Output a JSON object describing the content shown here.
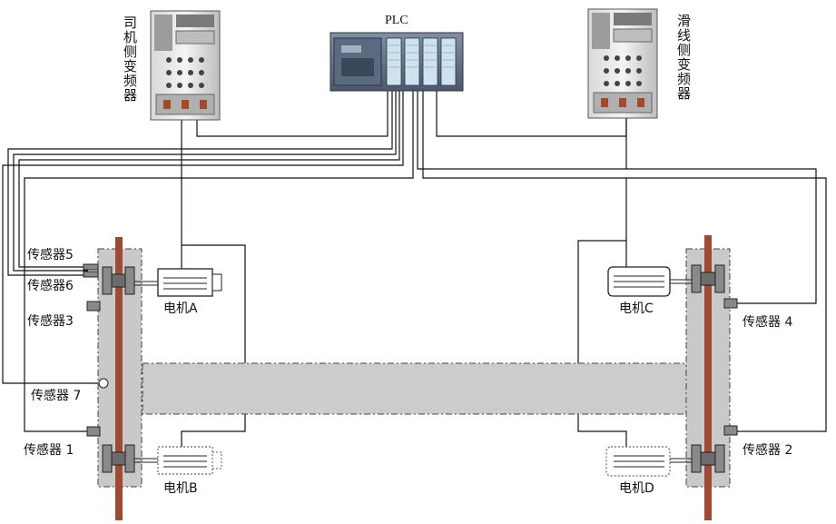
{
  "plc": {
    "label": "PLC"
  },
  "vfd_left": {
    "label": [
      "司",
      "机",
      "侧",
      "变",
      "频",
      "器"
    ]
  },
  "vfd_right": {
    "label": [
      "滑",
      "线",
      "侧",
      "变",
      "频",
      "器"
    ]
  },
  "sensors": {
    "s1": "传感器 1",
    "s2": "传感器 2",
    "s3": "传感器3",
    "s4": "传感器 4",
    "s5": "传感器5",
    "s6": "传感器6",
    "s7": "传感器 7"
  },
  "motors": {
    "a": "电机A",
    "b": "电机B",
    "c": "电机C",
    "d": "电机D"
  },
  "colors": {
    "rail": "#a04a34",
    "truck_fill": "#c9c9c9",
    "beam_fill": "#cccccc",
    "wire": "#111111",
    "sensor": "#8a8a8a"
  }
}
